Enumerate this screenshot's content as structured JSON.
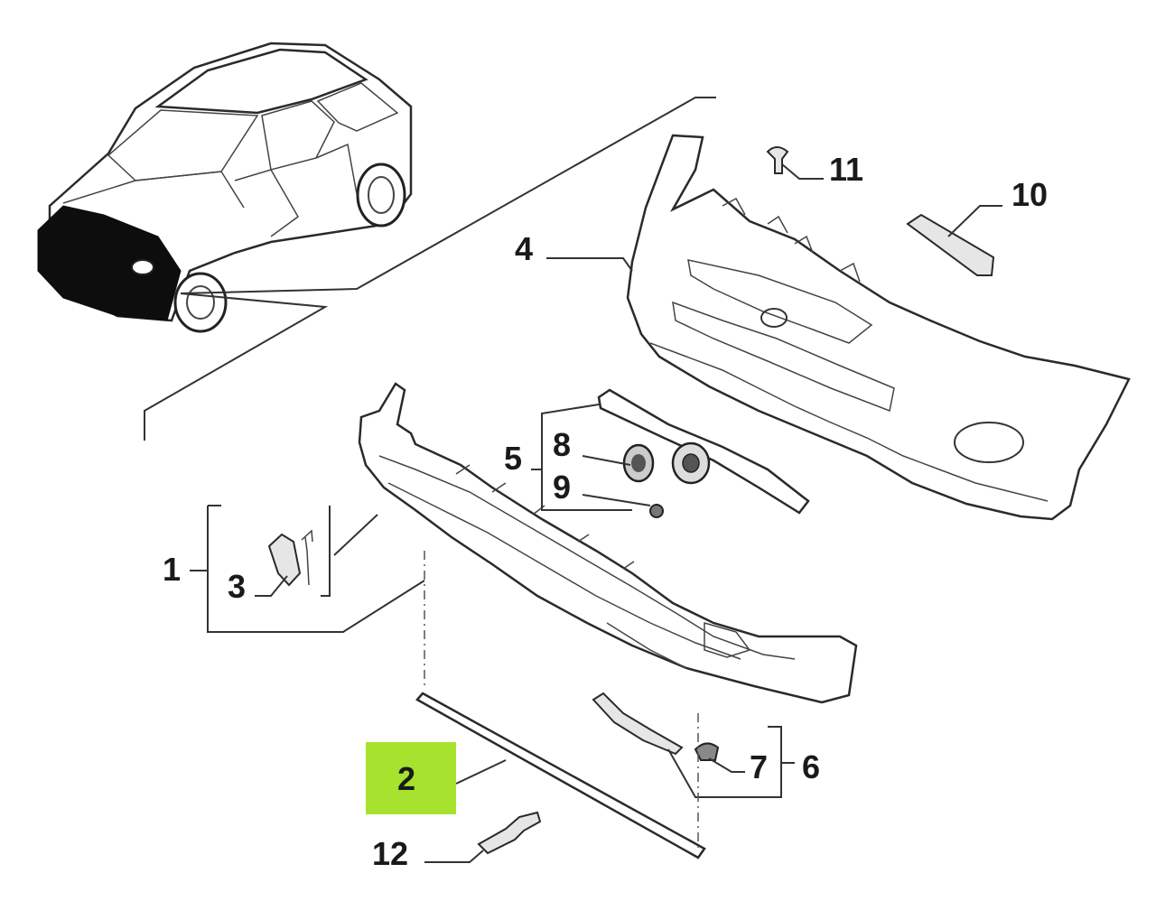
{
  "callouts": {
    "c1": "1",
    "c2": "2",
    "c3": "3",
    "c4": "4",
    "c5": "5",
    "c6": "6",
    "c7": "7",
    "c8": "8",
    "c9": "9",
    "c10": "10",
    "c11": "11",
    "c12": "12"
  },
  "highlight_color": "#a6e22e",
  "highlighted_callout": "2"
}
